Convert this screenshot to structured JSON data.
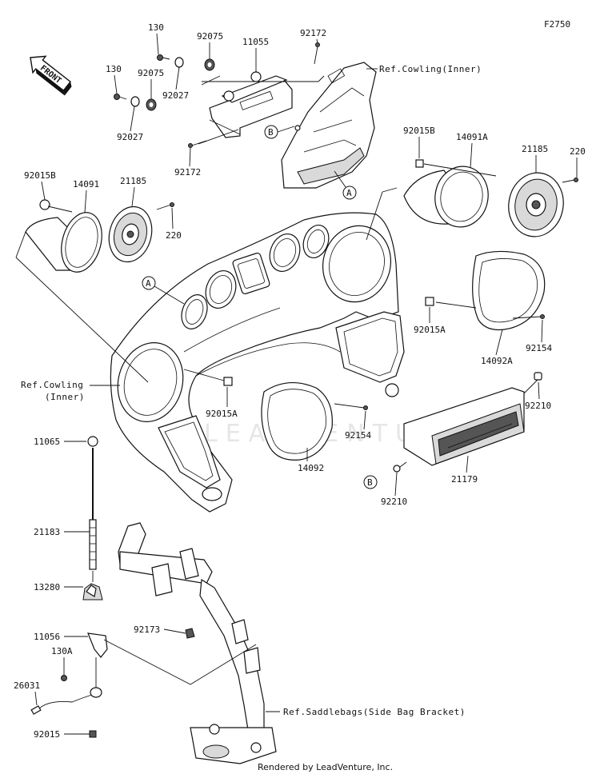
{
  "diagram_id": "F2750",
  "footer": "Rendered by LeadVenture, Inc.",
  "watermark": "LEADVENTURE",
  "front_arrow_label": "FRONT",
  "callouts": {
    "a": "A",
    "b": "B"
  },
  "refs": {
    "cowling_top": "Ref.Cowling(Inner)",
    "cowling_left_line1": "Ref.Cowling",
    "cowling_left_line2": "(Inner)",
    "saddlebags": "Ref.Saddlebags(Side Bag Bracket)"
  },
  "part_numbers": {
    "p130_top": "130",
    "p130_left": "130",
    "p92075_top": "92075",
    "p92075_mid": "92075",
    "p92027_right": "92027",
    "p92027_left": "92027",
    "p11055": "11055",
    "p92172_top": "92172",
    "p92172_bottom": "92172",
    "p92015B_left": "92015B",
    "p14091": "14091",
    "p21185_left": "21185",
    "p220_left": "220",
    "p92015B_right": "92015B",
    "p14091A": "14091A",
    "p21185_right": "21185",
    "p220_right": "220",
    "p92015A_right": "92015A",
    "p92154_right": "92154",
    "p14092A": "14092A",
    "p92015A_left": "92015A",
    "p92154_left": "92154",
    "p14092": "14092",
    "p92210_top": "92210",
    "p92210_bottom": "92210",
    "p21179": "21179",
    "p11065": "11065",
    "p21183": "21183",
    "p13280": "13280",
    "p92173": "92173",
    "p11056": "11056",
    "p130A": "130A",
    "p26031": "26031",
    "p92015": "92015"
  }
}
